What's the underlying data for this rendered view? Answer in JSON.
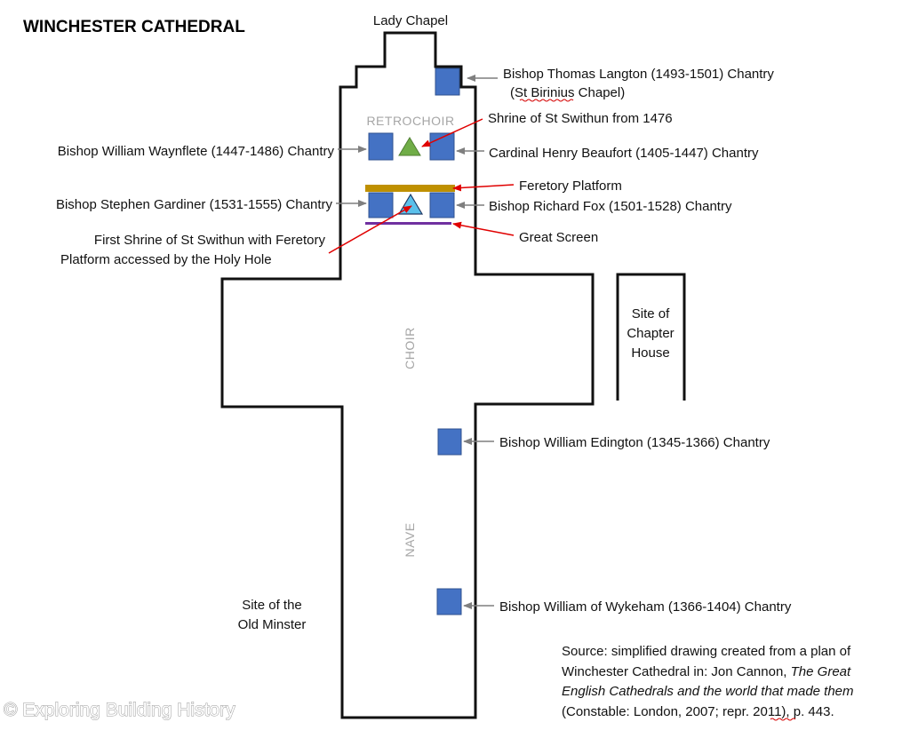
{
  "title": "WINCHESTER CATHEDRAL",
  "areas": {
    "lady_chapel": "Lady Chapel",
    "retrochoir": "RETROCHOIR",
    "choir": "CHOIR",
    "nave": "NAVE",
    "chapter_house": [
      "Site of",
      "Chapter",
      "House"
    ],
    "old_minster": [
      "Site of the",
      "Old Minster"
    ]
  },
  "labels": {
    "langton": [
      "Bishop Thomas Langton (1493-1501) Chantry",
      "(St Birinius Chapel)"
    ],
    "swithun_1476": "Shrine of St Swithun from 1476",
    "waynflete": "Bishop William Waynflete (1447-1486) Chantry",
    "beaufort": "Cardinal Henry Beaufort (1405-1447) Chantry",
    "feretory": "Feretory Platform",
    "gardiner": "Bishop Stephen Gardiner (1531-1555) Chantry",
    "fox": "Bishop Richard Fox (1501-1528) Chantry",
    "first_shrine": [
      "First Shrine of St Swithun with Feretory",
      "Platform accessed by the Holy Hole"
    ],
    "great_screen": "Great Screen",
    "edington": "Bishop William Edington (1345-1366) Chantry",
    "wykeham": "Bishop William of Wykeham (1366-1404) Chantry"
  },
  "source": {
    "line1": "Source: simplified drawing created from a plan of",
    "line2": "Winchester Cathedral in: Jon Cannon, ",
    "line2_italic": "The Great",
    "line3_italic": "English Cathedrals and the world that made them",
    "line4": "(Constable: London, 2007; repr. 2011), p. 443."
  },
  "watermark": "© Exploring Building History",
  "colors": {
    "outline": "#111111",
    "chantry_fill": "#4472c4",
    "chantry_stroke": "#2f528f",
    "shrine_green": "#70ad47",
    "shrine_blue": "#5bc0eb",
    "feretory_gold": "#bf9000",
    "great_screen_purple": "#7030a0",
    "arrow_gray": "#7f7f7f",
    "arrow_red": "#e00000"
  }
}
